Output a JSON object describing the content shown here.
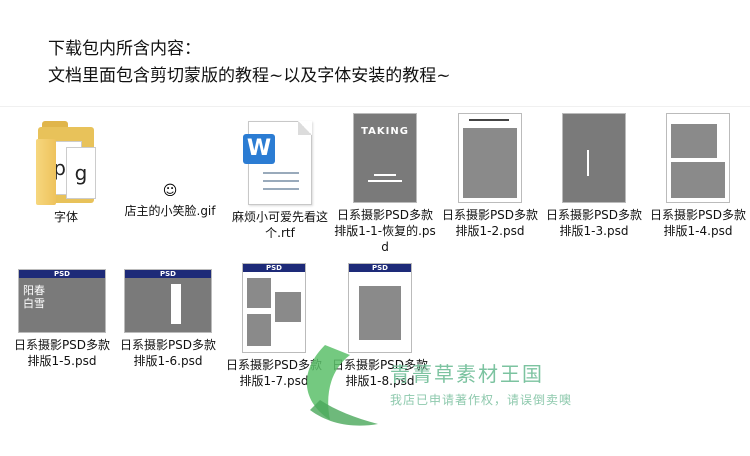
{
  "heading": {
    "line1": "下载包内所含内容：",
    "line2": "文档里面包含剪切蒙版的教程~以及字体安装的教程~"
  },
  "files": [
    {
      "label": "字体",
      "icon": "folder-icon"
    },
    {
      "label": "店主的小笑脸.gif",
      "icon": "gif-icon"
    },
    {
      "label": "麻烦小可爱先看这个.rtf",
      "icon": "word-doc-icon"
    },
    {
      "label": "日系摄影PSD多款排版1-1-恢复的.psd",
      "icon": "psd-icon",
      "thumb_title": "TAKING"
    },
    {
      "label": "日系摄影PSD多款排版1-2.psd",
      "icon": "psd-icon"
    },
    {
      "label": "日系摄影PSD多款排版1-3.psd",
      "icon": "psd-icon"
    },
    {
      "label": "日系摄影PSD多款排版1-4.psd",
      "icon": "psd-icon"
    },
    {
      "label": "日系摄影PSD多款排版1-5.psd",
      "icon": "psd-icon",
      "banner": "PSD",
      "thumb_text": "阳春白雪"
    },
    {
      "label": "日系摄影PSD多款排版1-6.psd",
      "icon": "psd-icon",
      "banner": "PSD"
    },
    {
      "label": "日系摄影PSD多款排版1-7.psd",
      "icon": "psd-icon",
      "banner": "PSD"
    },
    {
      "label": "日系摄影PSD多款排版1-8.psd",
      "icon": "psd-icon",
      "banner": "PSD"
    }
  ],
  "folder_pages": [
    "pg",
    "g"
  ],
  "watermark": {
    "title": "青菁草素材王国",
    "subtitle": "我店已申请著作权，请误倒卖噢"
  },
  "colors": {
    "psd_banner": "#1d2a78",
    "folder": "#e8c25a",
    "word_blue": "#2b7cd3",
    "watermark": "#7cc3a0"
  }
}
